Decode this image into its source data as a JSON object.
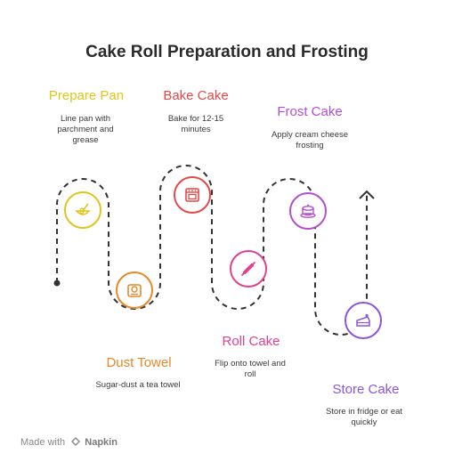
{
  "title": "Cake Roll Preparation and Frosting",
  "steps": [
    {
      "name": "Prepare Pan",
      "desc": "Line pan with parchment and grease",
      "color": "#e2c41e",
      "icon": "whisk-bowl-icon"
    },
    {
      "name": "Dust Towel",
      "desc": "Sugar-dust a tea towel",
      "color": "#e5892b",
      "icon": "scale-icon"
    },
    {
      "name": "Bake Cake",
      "desc": "Bake for 12-15 minutes",
      "color": "#e24a4a",
      "icon": "oven-icon"
    },
    {
      "name": "Roll Cake",
      "desc": "Flip onto towel and roll",
      "color": "#e0418f",
      "icon": "rolling-pin-icon"
    },
    {
      "name": "Frost Cake",
      "desc": "Apply cream cheese frosting",
      "color": "#b34fcf",
      "icon": "frosted-cake-icon"
    },
    {
      "name": "Store Cake",
      "desc": "Store in fridge or eat quickly",
      "color": "#8a57d8",
      "icon": "cake-slice-icon"
    }
  ],
  "footer": {
    "made_with": "Made with",
    "brand": "Napkin"
  }
}
